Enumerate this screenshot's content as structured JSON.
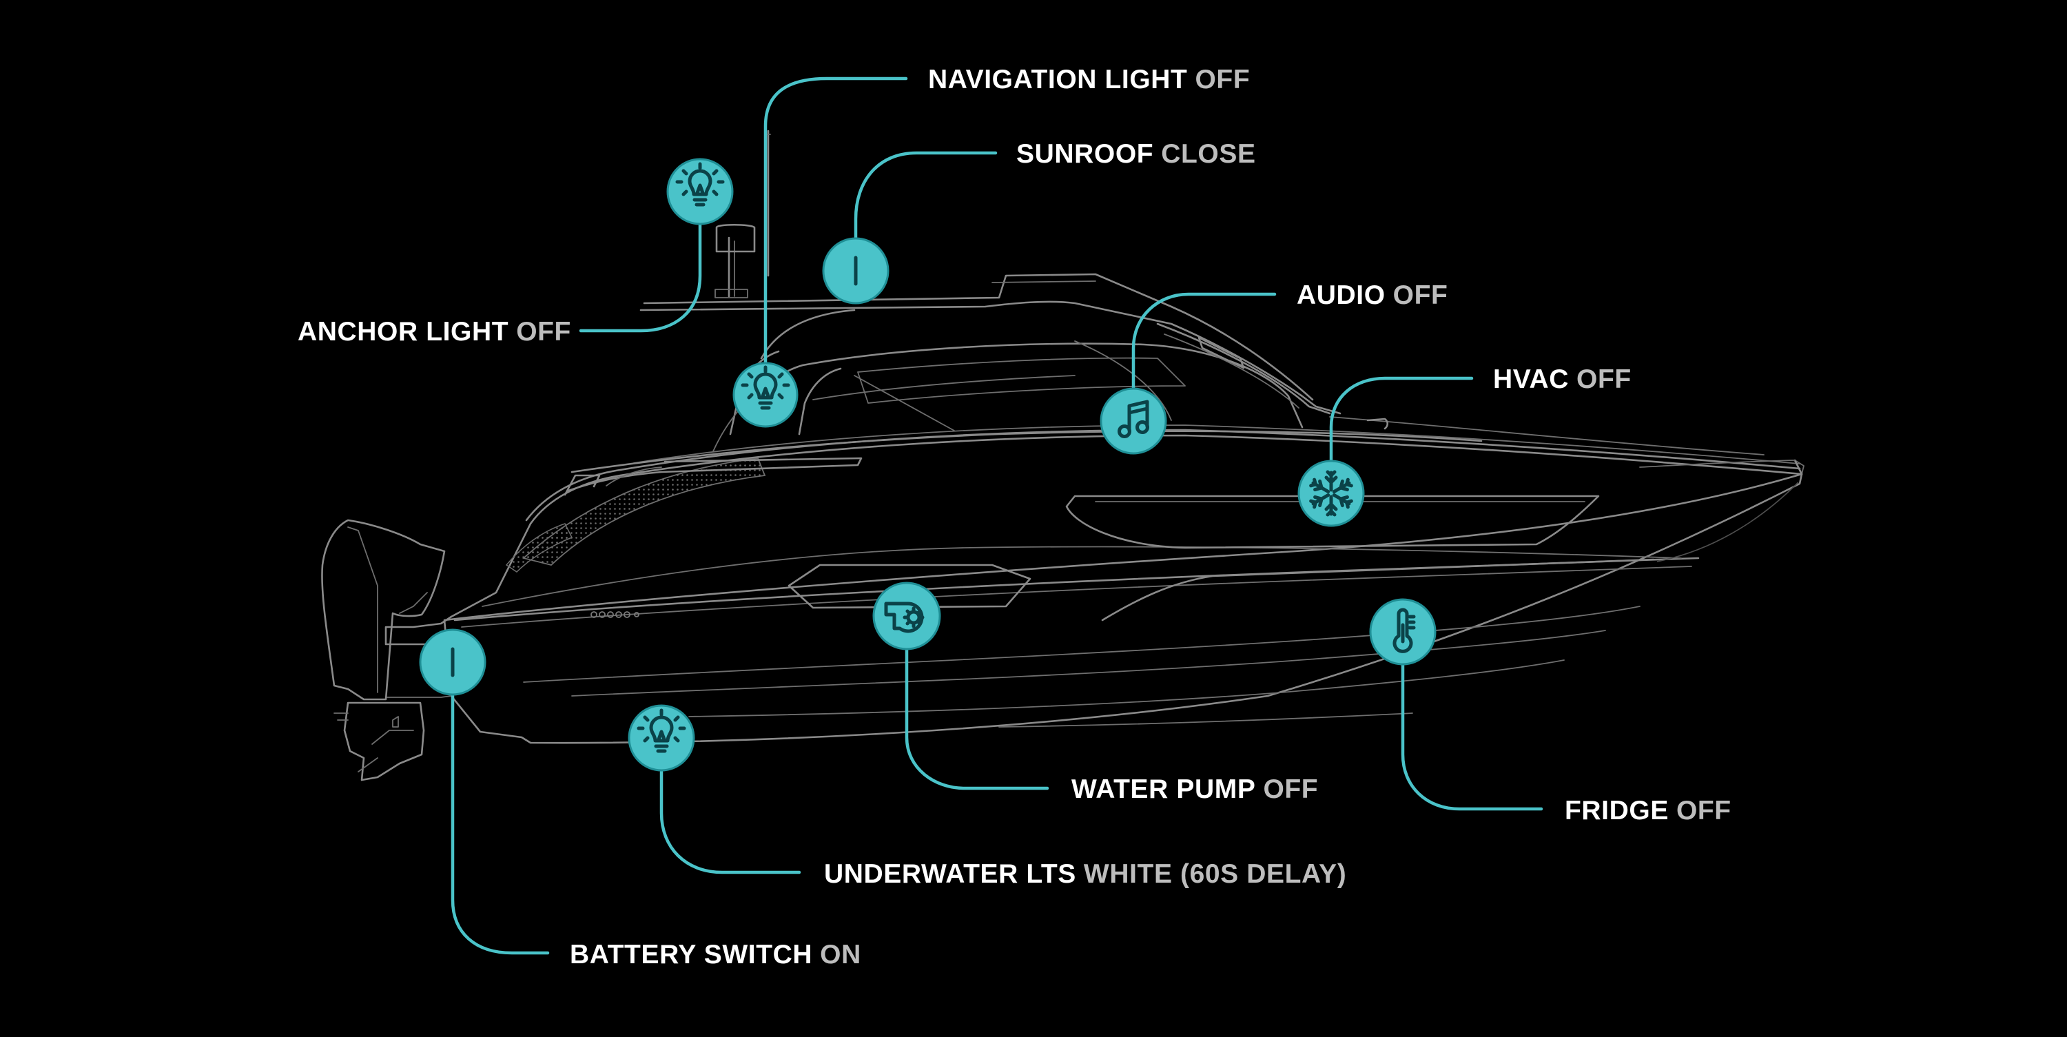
{
  "theme": {
    "background": "#000000",
    "accent": "#4ac3c9",
    "icon_color": "#0b4248",
    "label_color": "#ffffff",
    "state_color": "#bdbdbd",
    "hull_color": "#8a8a8a"
  },
  "controls": [
    {
      "id": "navigation-light",
      "label": "NAVIGATION LIGHT",
      "state": "OFF",
      "icon": "bulb-icon"
    },
    {
      "id": "sunroof",
      "label": "SUNROOF",
      "state": "CLOSE",
      "icon": "switch-icon"
    },
    {
      "id": "anchor-light",
      "label": "ANCHOR LIGHT",
      "state": "OFF",
      "icon": "bulb-icon"
    },
    {
      "id": "audio",
      "label": "AUDIO",
      "state": "OFF",
      "icon": "music-note-icon"
    },
    {
      "id": "hvac",
      "label": "HVAC",
      "state": "OFF",
      "icon": "snowflake-icon"
    },
    {
      "id": "water-pump",
      "label": "WATER PUMP",
      "state": "OFF",
      "icon": "pump-icon"
    },
    {
      "id": "fridge",
      "label": "FRIDGE",
      "state": "OFF",
      "icon": "thermometer-icon"
    },
    {
      "id": "underwater-lts",
      "label": "UNDERWATER LTS",
      "state": "WHITE (60S DELAY)",
      "icon": "bulb-icon"
    },
    {
      "id": "battery-switch",
      "label": "BATTERY SWITCH",
      "state": "ON",
      "icon": "switch-icon"
    }
  ]
}
